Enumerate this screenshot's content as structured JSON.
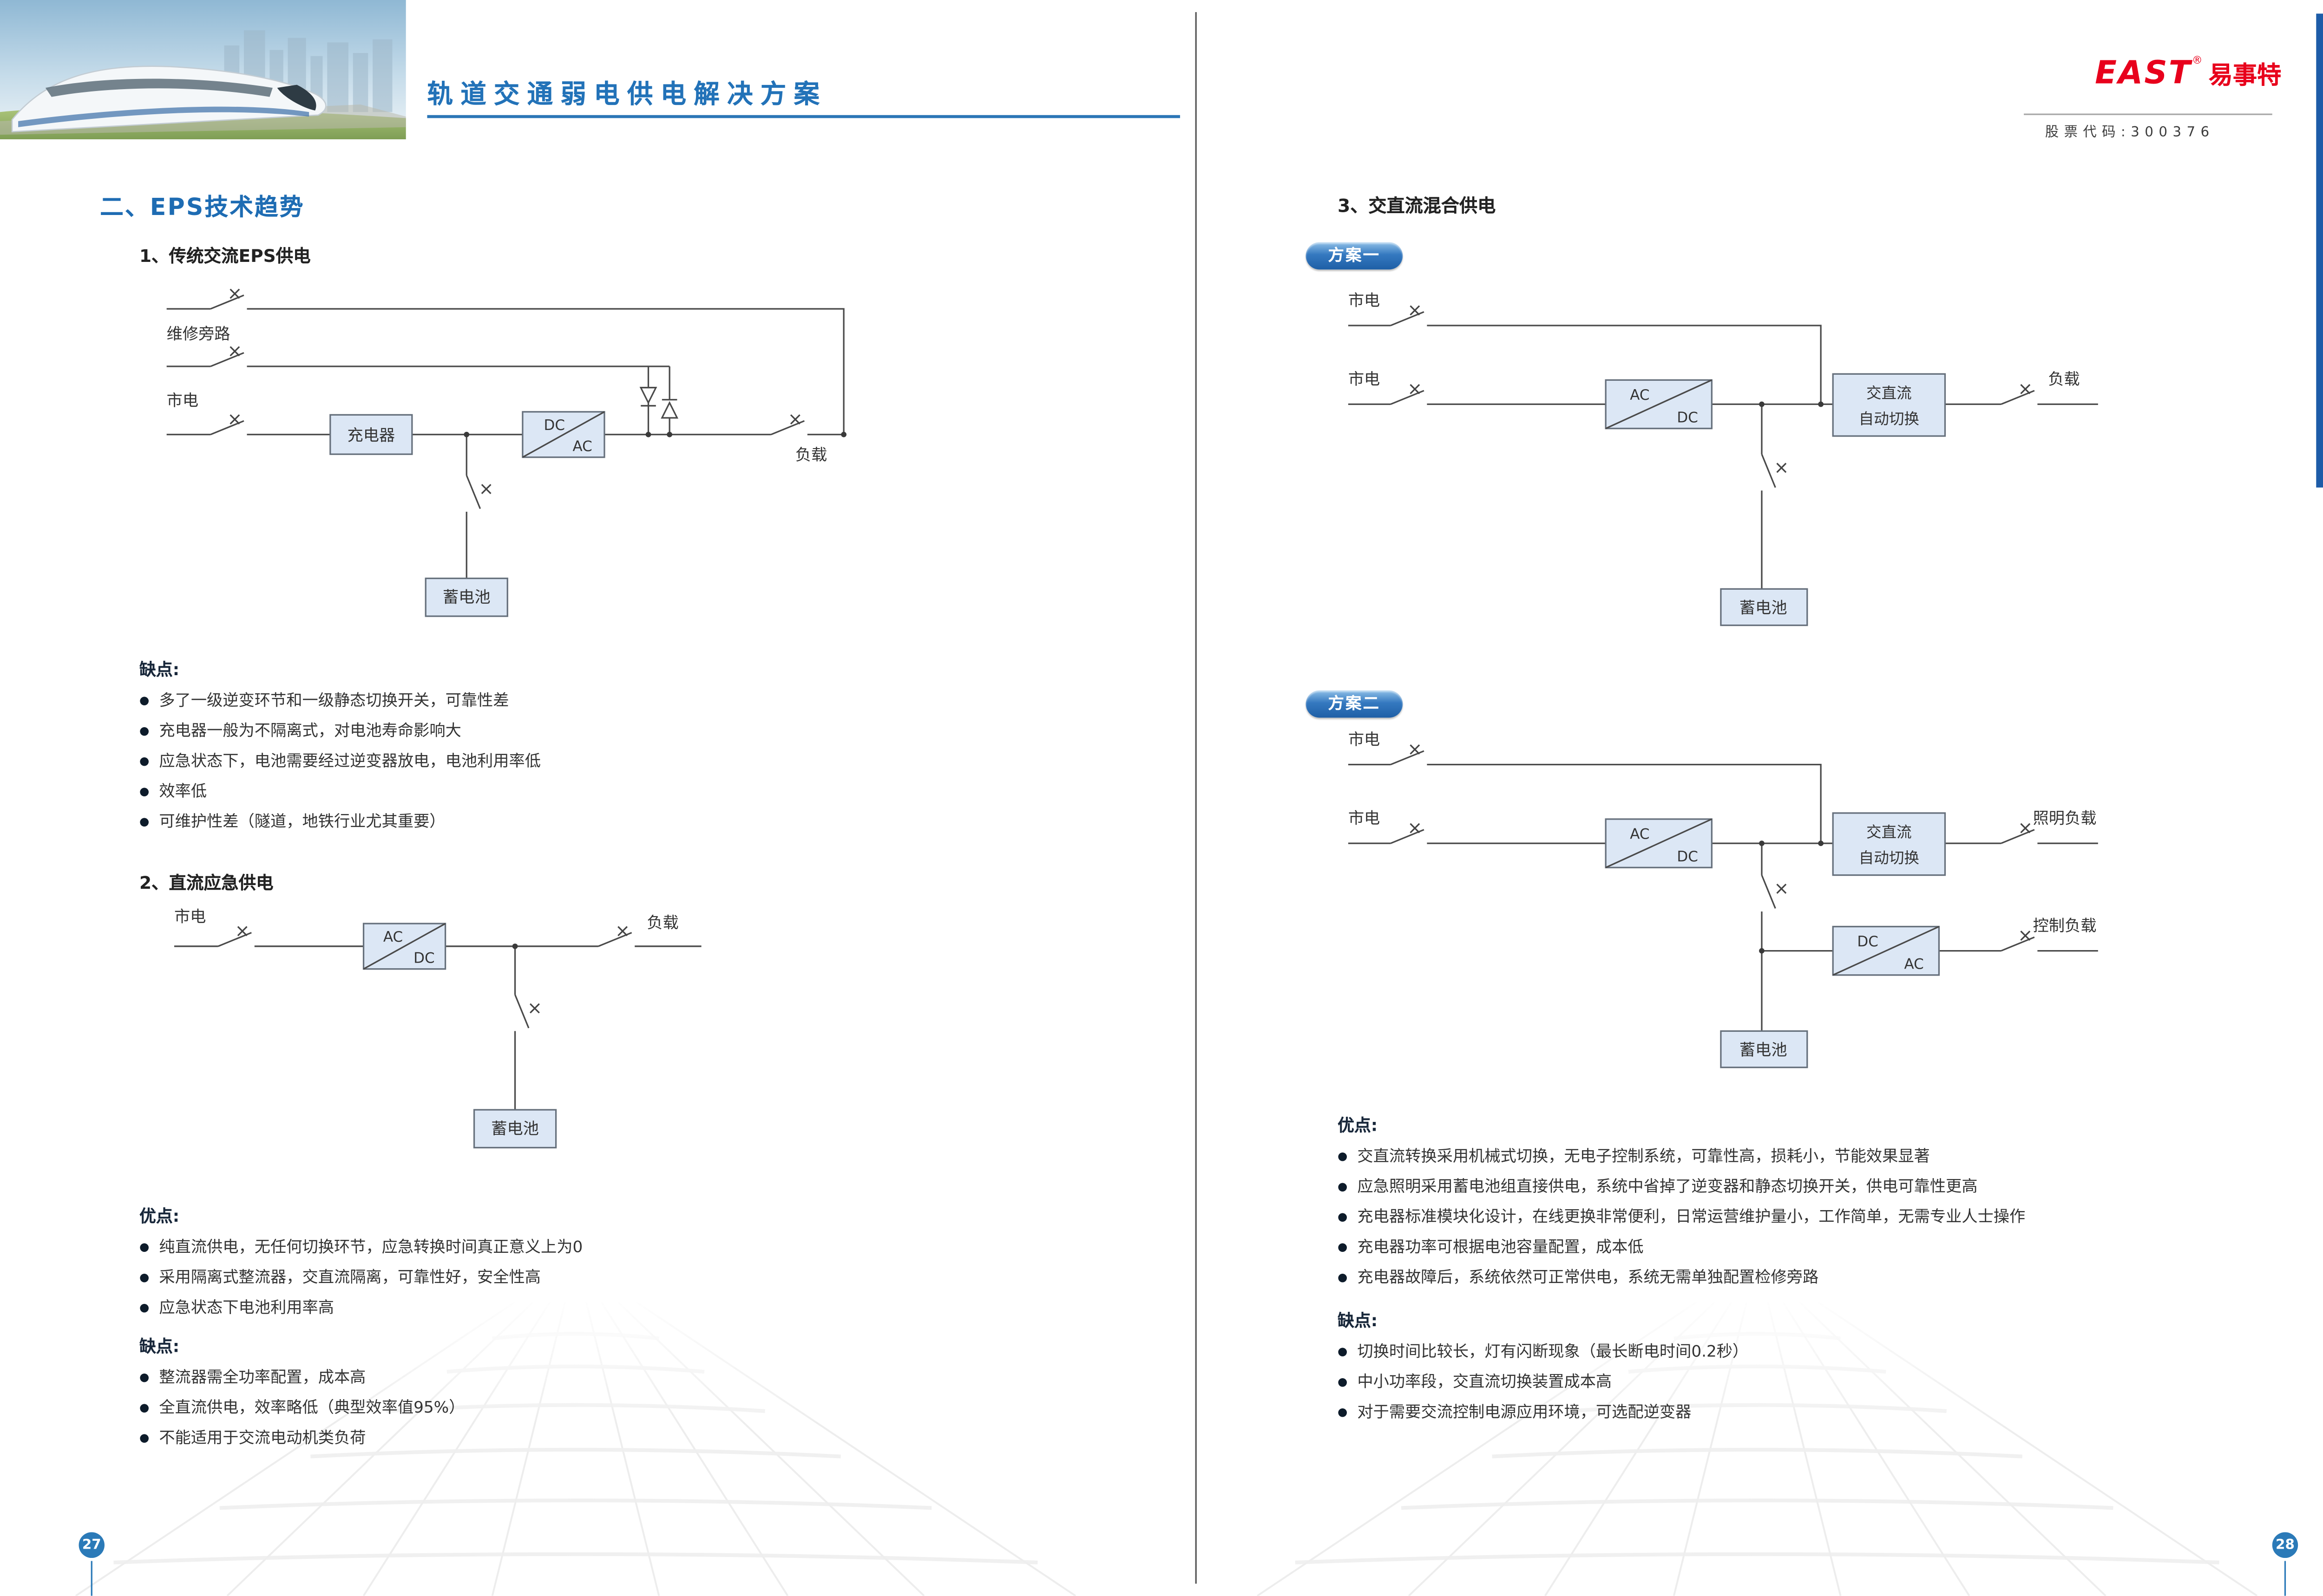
{
  "glyphs": {
    "bullet": "●"
  },
  "header": {
    "title": "轨道交通弱电供电解决方案",
    "logo_en": "EAST",
    "logo_reg": "®",
    "logo_cn": "易事特",
    "stock": "股票代码:300376"
  },
  "left": {
    "section": "二、EPS技术趋势",
    "sub1": "1、传统交流EPS供电",
    "d1": {
      "bypass": "维修旁路",
      "mains": "市电",
      "charger": "充电器",
      "dc": "DC",
      "ac": "AC",
      "battery": "蓄电池",
      "load": "负载"
    },
    "cons1_title": "缺点:",
    "cons1": [
      "多了一级逆变环节和一级静态切换开关，可靠性差",
      "充电器一般为不隔离式，对电池寿命影响大",
      "应急状态下，电池需要经过逆变器放电，电池利用率低",
      "效率低",
      "可维护性差（隧道，地铁行业尤其重要）"
    ],
    "sub2": "2、直流应急供电",
    "d2": {
      "mains": "市电",
      "ac": "AC",
      "dc": "DC",
      "battery": "蓄电池",
      "load": "负载"
    },
    "pros2_title": "优点:",
    "pros2": [
      "纯直流供电，无任何切换环节，应急转换时间真正意义上为0",
      "采用隔离式整流器，交直流隔离，可靠性好，安全性高",
      "应急状态下电池利用率高"
    ],
    "cons2_title": "缺点:",
    "cons2": [
      "整流器需全功率配置，成本高",
      "全直流供电，效率略低（典型效率值95%）",
      "不能适用于交流电动机类负荷"
    ],
    "page_no": "27"
  },
  "right": {
    "section": "3、交直流混合供电",
    "badge1": "方案一",
    "d3": {
      "mains1": "市电",
      "mains2": "市电",
      "ac": "AC",
      "dc": "DC",
      "t1": "交直流",
      "t2": "自动切换",
      "battery": "蓄电池",
      "load": "负载"
    },
    "badge2": "方案二",
    "d4": {
      "mains1": "市电",
      "mains2": "市电",
      "ac": "AC",
      "dc": "DC",
      "t1": "交直流",
      "t2": "自动切换",
      "idc": "DC",
      "iac": "AC",
      "battery": "蓄电池",
      "load_light": "照明负载",
      "load_ctrl": "控制负载"
    },
    "pros_title": "优点:",
    "pros": [
      "交直流转换采用机械式切换，无电子控制系统，可靠性高，损耗小，节能效果显著",
      "应急照明采用蓄电池组直接供电，系统中省掉了逆变器和静态切换开关，供电可靠性更高",
      "充电器标准模块化设计，在线更换非常便利，日常运营维护量小，工作简单，无需专业人士操作",
      "充电器功率可根据电池容量配置，成本低",
      "充电器故障后，系统依然可正常供电，系统无需单独配置检修旁路"
    ],
    "cons_title": "缺点:",
    "cons": [
      "切换时间比较长，灯有闪断现象（最长断电时间0.2秒）",
      "中小功率段，交直流切换装置成本高",
      "对于需要交流控制电源应用环境，可选配逆变器"
    ],
    "page_no": "28"
  }
}
